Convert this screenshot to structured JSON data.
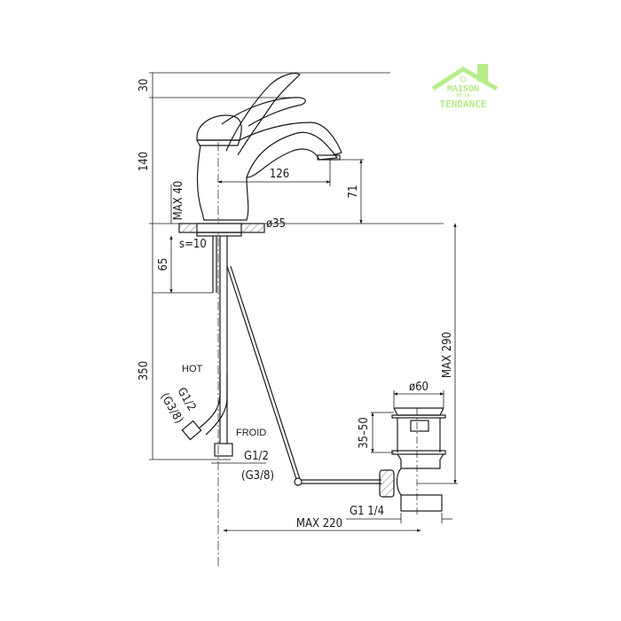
{
  "logo": {
    "line1": "MAISON",
    "line2": "DE LA",
    "line3": "TENDANCE",
    "color": "#b6ec8a"
  },
  "drawing": {
    "title": "Basin mixer technical drawing",
    "line_color": "#1a1a1a",
    "dimensions": {
      "handle_lift": "30",
      "body_height": "140",
      "max_deck": "MAX 40",
      "spout_reach": "126",
      "spout_height": "71",
      "base_diameter": "ø35",
      "washer_thickness": "s=10",
      "shank_length": "65",
      "hose_length": "350",
      "pop_up_height": "MAX 290",
      "waste_diameter": "ø60",
      "waste_range": "35–50",
      "waste_thread": "G1  1/4",
      "rod_reach": "MAX 220"
    },
    "labels": {
      "hot": "HOT",
      "cold": "FROID",
      "hot_thread": "G1/2",
      "hot_thread_alt": "(G3/8)",
      "cold_thread": "G1/2",
      "cold_thread_alt": "(G3/8)"
    }
  }
}
